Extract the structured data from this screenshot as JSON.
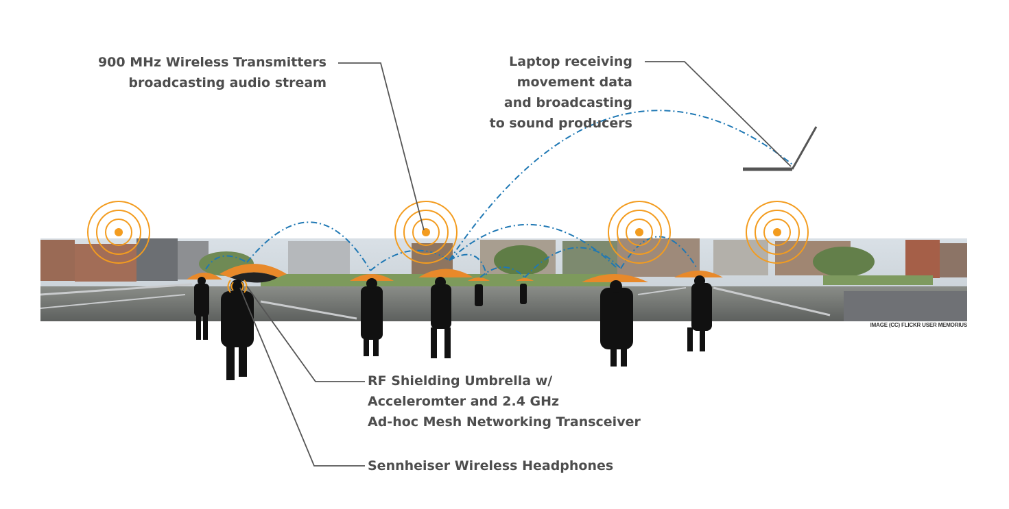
{
  "labels": {
    "transmitters": [
      "900 MHz Wireless Transmitters",
      "broadcasting audio stream"
    ],
    "laptop": [
      "Laptop receiving",
      "movement data",
      "and broadcasting",
      "to sound producers"
    ],
    "umbrella": [
      "RF Shielding Umbrella w/",
      "Acceleromter and 2.4 GHz",
      "Ad-hoc  Mesh Networking Transceiver"
    ],
    "headphones": "Sennheiser Wireless Headphones"
  },
  "credit": "IMAGE (CC) FLICKR USER MEMORIUS",
  "colors": {
    "text": "#4d4d4d",
    "callout_line": "#555555",
    "mesh_link": "#1f78b4",
    "transmitter": "#f39c1f",
    "umbrella": "#e8892a",
    "silhouette": "#111111"
  }
}
